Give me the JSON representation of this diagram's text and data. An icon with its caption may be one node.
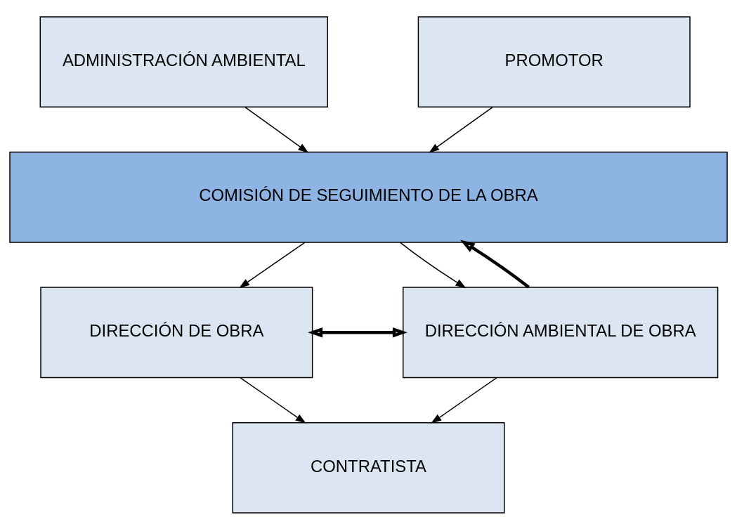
{
  "diagram": {
    "nodes": [
      {
        "text": [
          "ADMINISTRACIÓN AMBIENTAL"
        ]
      },
      {
        "text": [
          "PROMOTOR"
        ]
      },
      {
        "text": [
          "COMISIÓN DE SEGUIMIENTO DE LA OBRA"
        ]
      },
      {
        "text": [
          "DIRECCIÓN DE OBRA"
        ]
      },
      {
        "text": [
          "DIRECCIÓN AMBIENTAL DE OBRA"
        ]
      },
      {
        "text": [
          "CONTRATISTA"
        ]
      }
    ],
    "edges": [
      {
        "from": 0,
        "to": 2,
        "arrow": "to"
      },
      {
        "from": 1,
        "to": 2,
        "arrow": "to"
      },
      {
        "from": 2,
        "to": 3,
        "arrow": "to"
      },
      {
        "from": 2,
        "to": 4,
        "arrow": "to"
      },
      {
        "from": 3,
        "to": 4,
        "arrow": "both",
        "style": "thick"
      },
      {
        "from": 4,
        "to": 2,
        "arrow": "to",
        "style": "thick"
      },
      {
        "from": 3,
        "to": 5,
        "arrow": "to"
      },
      {
        "from": 4,
        "to": 5,
        "arrow": "to"
      }
    ]
  }
}
